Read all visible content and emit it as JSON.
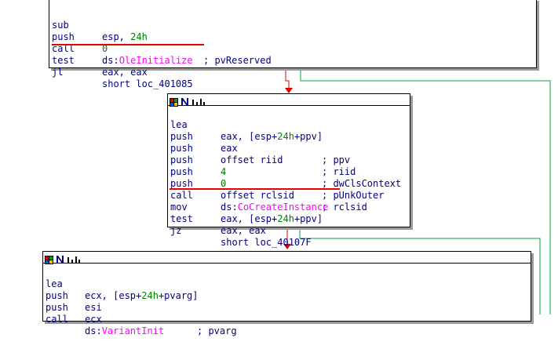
{
  "colors": {
    "text": "#000080",
    "number": "#008000",
    "import_name": "#ff00ff",
    "edge_green": "#00a040",
    "edge_red": "#e00000",
    "underline": "#e60000"
  },
  "block1": {
    "lines": [
      {
        "mnem": "sub",
        "op1": "esp, ",
        "op2": "24h",
        "op3": "",
        "comment": ""
      },
      {
        "mnem": "push",
        "op1": "",
        "op2": "0",
        "op3": "",
        "comment": "; pvReserved"
      },
      {
        "mnem": "call",
        "op1": "ds:",
        "op2": "",
        "fn": "OleInitialize",
        "comment": ""
      },
      {
        "mnem": "test",
        "op1": "eax, eax",
        "comment": ""
      },
      {
        "mnem": "jl",
        "op1": "short loc_401085",
        "comment": ""
      }
    ]
  },
  "block2": {
    "header_icons": [
      "graph-color-icon",
      "n-icon",
      "bars-icon"
    ],
    "lines": [
      {
        "mnem": "lea",
        "a": "eax, [esp+",
        "b": "24h",
        "c": "+ppv]",
        "comment": ""
      },
      {
        "mnem": "push",
        "a": "eax",
        "comment": "; ppv"
      },
      {
        "mnem": "push",
        "a": "offset riid",
        "comment": "; riid"
      },
      {
        "mnem": "push",
        "b": "4",
        "comment": "; dwClsContext"
      },
      {
        "mnem": "push",
        "b": "0",
        "comment": "; pUnkOuter"
      },
      {
        "mnem": "push",
        "a": "offset rclsid",
        "comment": "; rclsid"
      },
      {
        "mnem": "call",
        "a": "ds:",
        "fn": "CoCreateInstance",
        "comment": ""
      },
      {
        "mnem": "mov",
        "a": "eax, [esp+",
        "b": "24h",
        "c": "+ppv]",
        "comment": ""
      },
      {
        "mnem": "test",
        "a": "eax, eax",
        "comment": ""
      },
      {
        "mnem": "jz",
        "a": "short loc_40107F",
        "comment": ""
      }
    ]
  },
  "block3": {
    "header_icons": [
      "graph-color-icon",
      "n-icon",
      "bars-icon"
    ],
    "lines": [
      {
        "mnem": "lea",
        "a": "ecx, [esp+",
        "b": "24h",
        "c": "+pvarg]",
        "comment": ""
      },
      {
        "mnem": "push",
        "a": "esi",
        "comment": ""
      },
      {
        "mnem": "push",
        "a": "ecx",
        "comment": "; pvarg"
      },
      {
        "mnem": "call",
        "a": "ds:",
        "fn": "VariantInit",
        "comment": ""
      }
    ]
  }
}
